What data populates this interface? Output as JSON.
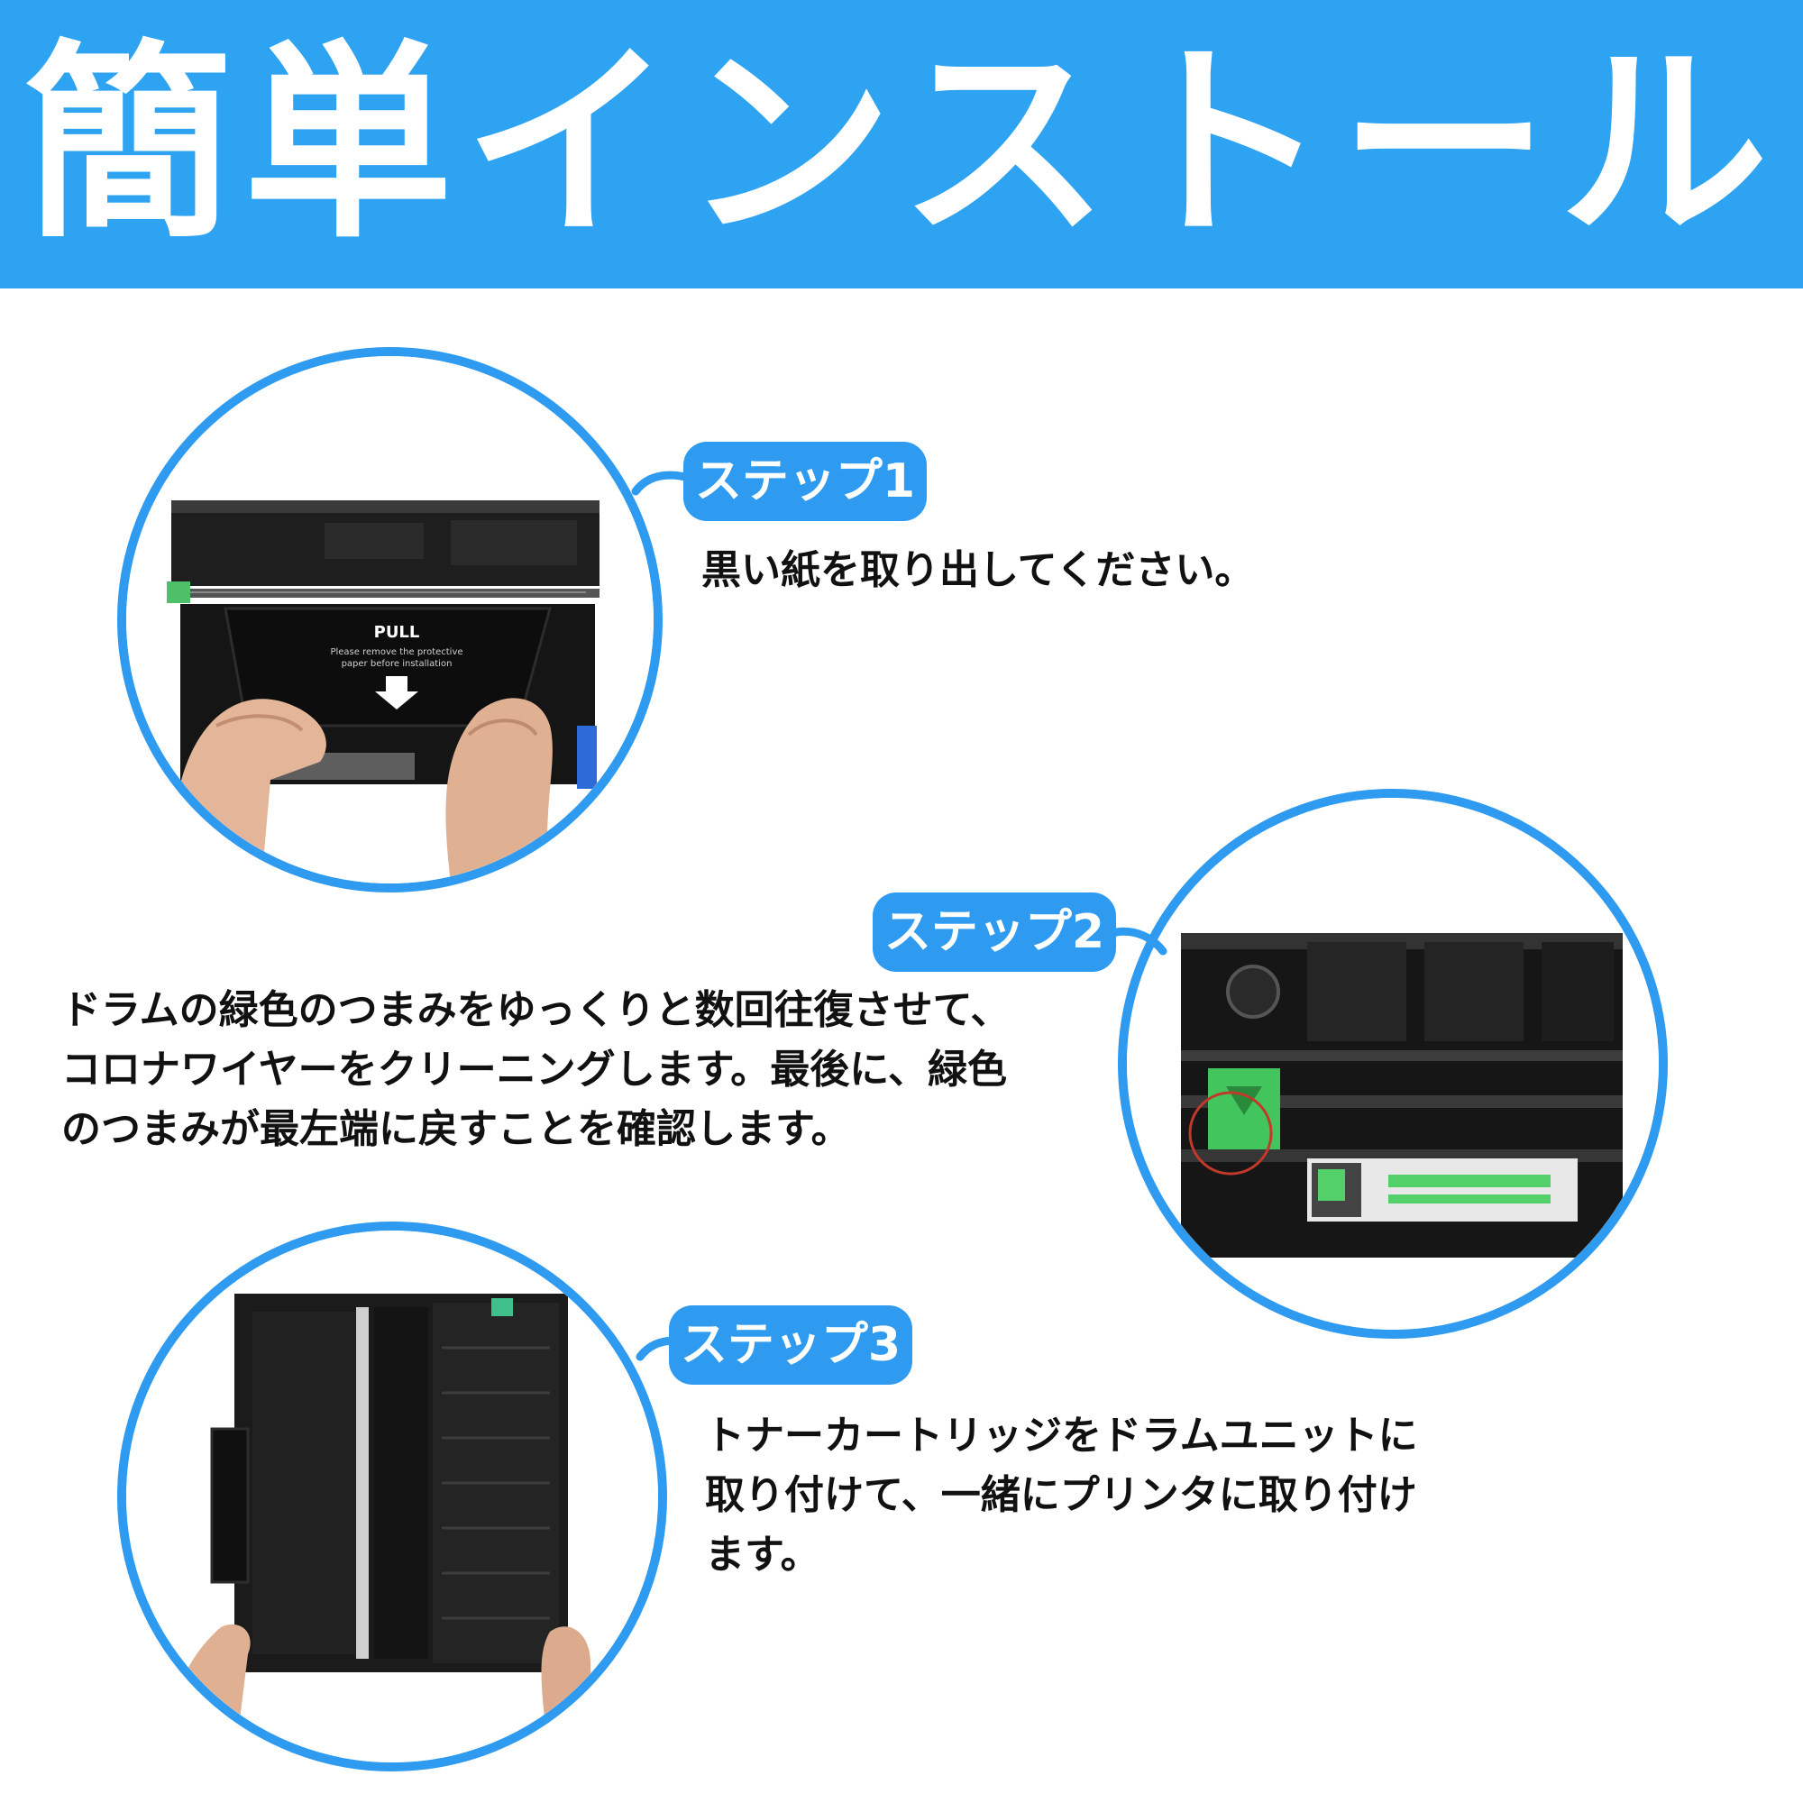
{
  "header": {
    "title": "簡単インストール"
  },
  "colors": {
    "accent": "#2ea3f2",
    "text": "#111111",
    "background": "#ffffff"
  },
  "steps": [
    {
      "label": "ステップ1",
      "lines": [
        "黒い紙を取り出してください。"
      ],
      "photo": {
        "paper_title": "PULL",
        "paper_line1": "Please remove the protective",
        "paper_line2": "paper before installation"
      }
    },
    {
      "label": "ステップ2",
      "lines": [
        "ドラムの緑色のつまみをゆっくりと数回往復させて、",
        "コロナワイヤーをクリーニングします。最後に、緑色",
        "のつまみが最左端に戻すことを確認します。"
      ]
    },
    {
      "label": "ステップ3",
      "lines": [
        "トナーカートリッジをドラムユニットに",
        "取り付けて、一緒にプリンタに取り付け",
        "ます。"
      ]
    }
  ]
}
